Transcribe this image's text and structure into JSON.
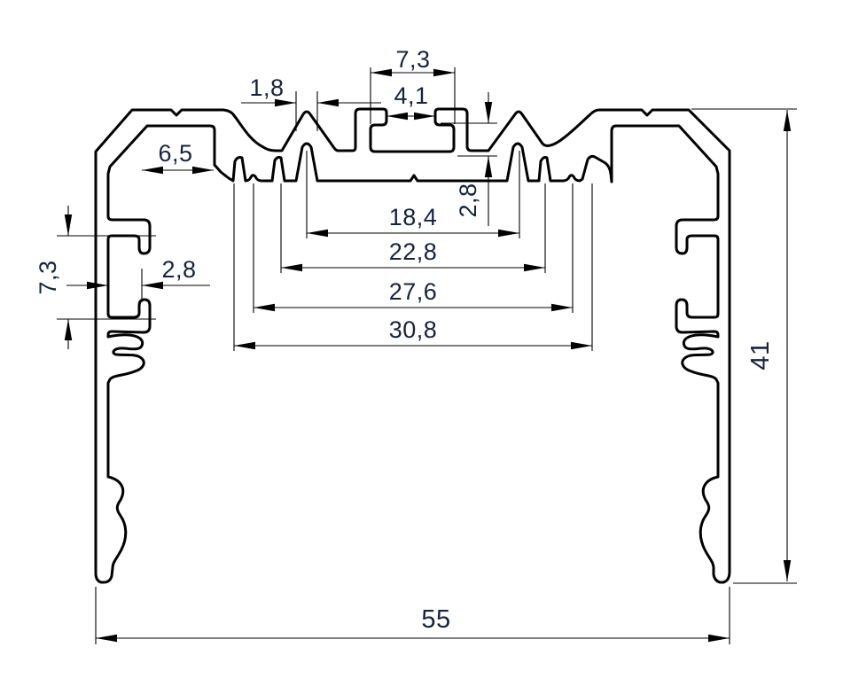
{
  "drawing": {
    "type": "technical-cross-section",
    "background_color": "#ffffff",
    "line_color": "#000000",
    "text_color": "#16233f",
    "dimensions": {
      "top_channel_width": {
        "label": "7,3",
        "value": 7.3,
        "orientation": "horizontal"
      },
      "ridge_tip_width": {
        "label": "1,8",
        "value": 1.8,
        "orientation": "horizontal"
      },
      "channel_opening": {
        "label": "4,1",
        "value": 4.1,
        "orientation": "horizontal"
      },
      "left_recess_width": {
        "label": "6,5",
        "value": 6.5,
        "orientation": "horizontal"
      },
      "channel_lip_depth": {
        "label": "2,8",
        "value": 2.8,
        "orientation": "vertical"
      },
      "ridge_spacing": {
        "label": "18,4",
        "value": 18.4,
        "orientation": "horizontal"
      },
      "groove_span_mid": {
        "label": "22,8",
        "value": 22.8,
        "orientation": "horizontal"
      },
      "groove_span_outer": {
        "label": "27,6",
        "value": 27.6,
        "orientation": "horizontal"
      },
      "groove_span_full": {
        "label": "30,8",
        "value": 30.8,
        "orientation": "horizontal"
      },
      "side_slot_height": {
        "label": "7,3",
        "value": 7.3,
        "orientation": "vertical"
      },
      "side_slot_depth": {
        "label": "2,8",
        "value": 2.8,
        "orientation": "horizontal"
      },
      "overall_height": {
        "label": "41",
        "value": 41,
        "orientation": "vertical"
      },
      "overall_width": {
        "label": "55",
        "value": 55,
        "orientation": "horizontal"
      }
    }
  }
}
